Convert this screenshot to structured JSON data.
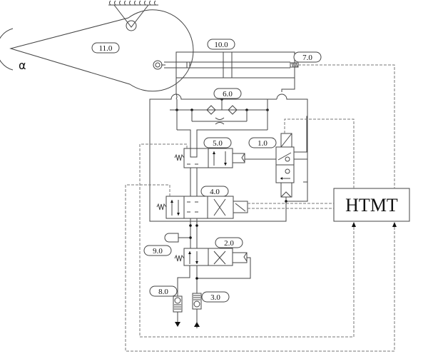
{
  "diagram": {
    "title": "",
    "angle_symbol": "α",
    "controller_label": "HTMT",
    "components": [
      {
        "id": "1.0",
        "label": "1.0",
        "type": "solenoid check valve"
      },
      {
        "id": "2.0",
        "label": "2.0",
        "type": "2/2 directional valve"
      },
      {
        "id": "3.0",
        "label": "3.0",
        "type": "check valve (pressure inlet)"
      },
      {
        "id": "4.0",
        "label": "4.0",
        "type": "solenoid 4/3 directional valve"
      },
      {
        "id": "5.0",
        "label": "5.0",
        "type": "pilot directional valve"
      },
      {
        "id": "6.0",
        "label": "6.0",
        "type": "shuttle / double check valve"
      },
      {
        "id": "7.0",
        "label": "7.0",
        "type": "position sensor"
      },
      {
        "id": "8.0",
        "label": "8.0",
        "type": "check valve (return)"
      },
      {
        "id": "9.0",
        "label": "9.0",
        "type": "accumulator"
      },
      {
        "id": "10.0",
        "label": "10.0",
        "type": "double-acting cylinder"
      },
      {
        "id": "11.0",
        "label": "11.0",
        "type": "rudder / lever"
      }
    ]
  }
}
